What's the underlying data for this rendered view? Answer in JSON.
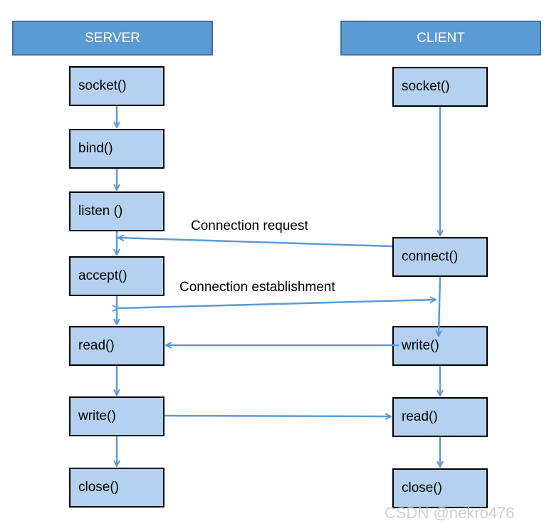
{
  "server": {
    "title": "SERVER",
    "steps": [
      "socket()",
      "bind()",
      "listen ()",
      "accept()",
      "read()",
      "write()",
      "close()"
    ]
  },
  "client": {
    "title": "CLIENT",
    "steps": [
      "socket()",
      "connect()",
      "write()",
      "read()",
      "close()"
    ]
  },
  "messages": {
    "connection_request": "Connection request",
    "connection_establishment": "Connection establishment"
  },
  "watermark": "CSDN @nekro476",
  "colors": {
    "header": "#5b9bd5",
    "box": "#b4d1ef",
    "arrow": "#5b9bd5"
  }
}
